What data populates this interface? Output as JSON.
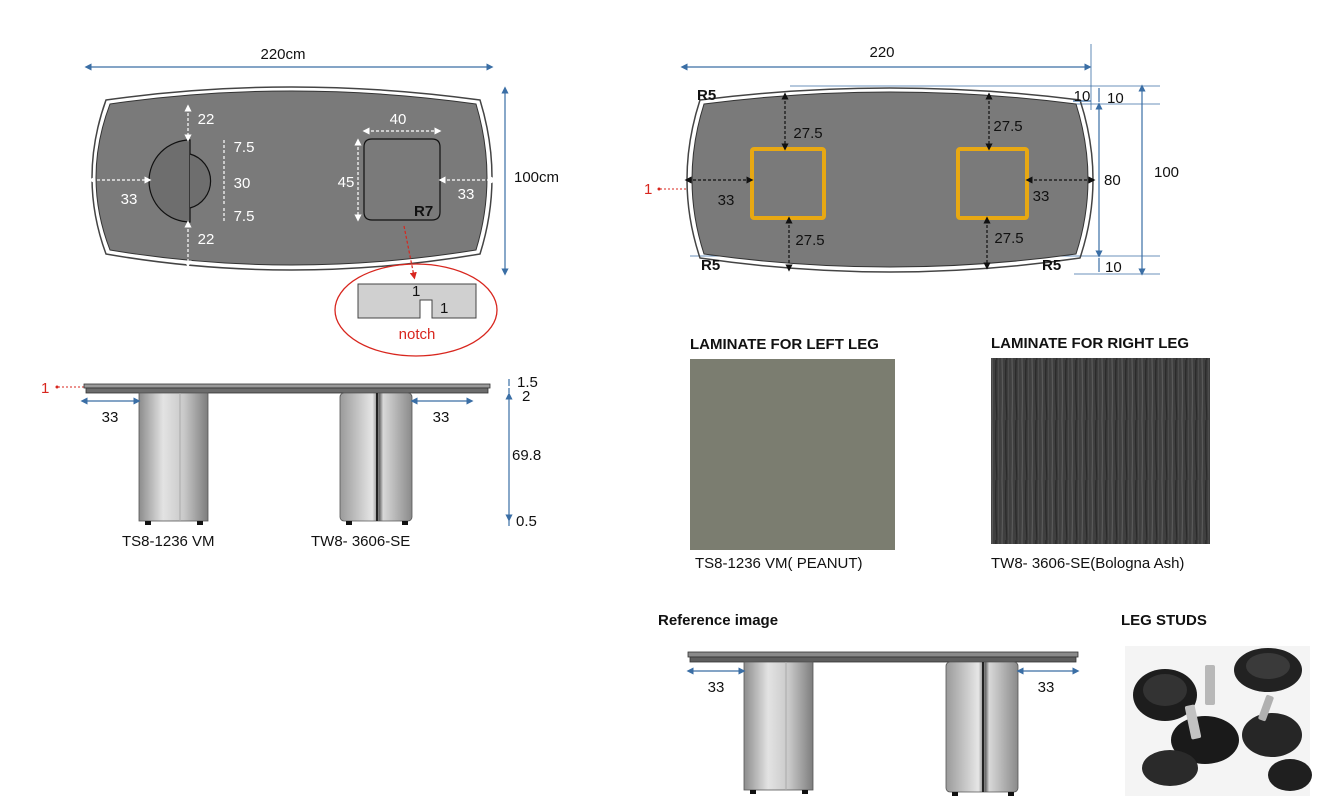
{
  "top_view_left": {
    "width_label": "220cm",
    "depth_label": "100cm",
    "edge_left": "33",
    "edge_right": "33",
    "cut_top": "22",
    "cut_bottom": "22",
    "cut_upper": "7.5",
    "cut_middle": "30",
    "cut_lower": "7.5",
    "grommet_width": "40",
    "grommet_height": "45",
    "grommet_radius": "R7",
    "notch_w": "1",
    "notch_h": "1",
    "notch_label": "notch"
  },
  "top_view_right": {
    "width_label": "220",
    "depth_label": "100",
    "inner_depth": "80",
    "margin_top_right": "10",
    "margin_top": "10",
    "margin_bottom": "10",
    "corner_tl": "R5",
    "corner_bl": "R5",
    "corner_br": "R5",
    "offset_mark": "1",
    "leg_left_gap": "33",
    "leg_right_gap": "33",
    "gap_tl": "27.5",
    "gap_tr": "27.5",
    "gap_bl": "27.5",
    "gap_br": "27.5"
  },
  "side_view": {
    "offset_mark": "1",
    "left_gap": "33",
    "right_gap": "33",
    "top_thickness": "1.5",
    "sub_thickness": "2",
    "leg_height": "69.8",
    "stud_height": "0.5",
    "left_leg_code": "TS8-1236 VM",
    "right_leg_code": "TW8- 3606-SE"
  },
  "laminates": {
    "left_heading": "LAMINATE FOR LEFT LEG",
    "right_heading": "LAMINATE FOR RIGHT LEG",
    "left_caption": "TS8-1236 VM( PEANUT)",
    "right_caption": "TW8- 3606-SE(Bologna Ash)",
    "left_color": "#7b7d70",
    "right_color": "#3d3d3d"
  },
  "reference": {
    "heading": "Reference image",
    "left_gap": "33",
    "right_gap": "33"
  },
  "studs": {
    "heading": "LEG STUDS"
  }
}
